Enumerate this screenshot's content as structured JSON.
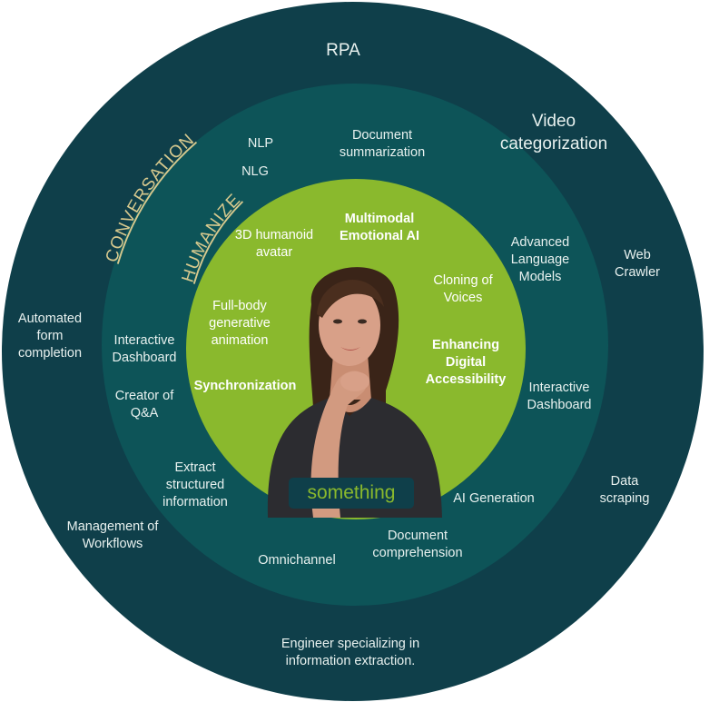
{
  "rings": {
    "outer": {
      "color": "#0f3f4a",
      "labels": [
        "RPA",
        "Video categorization",
        "Web Crawler",
        "Automated form completion",
        "Data scraping",
        "Management of Workflows",
        "Engineer specializing in information extraction."
      ]
    },
    "middle": {
      "color": "#0d5458",
      "title": "CONVERSATION",
      "labels": [
        "NLP",
        "NLG",
        "Document summarization",
        "Advanced Language Models",
        "Interactive Dashboard",
        "Creator of Q&A",
        "Interactive Dashboard",
        "Extract structured information",
        "AI Generation",
        "Omnichannel",
        "Document comprehension"
      ]
    },
    "inner": {
      "color": "#8ab92d",
      "title": "HUMANIZE",
      "labels": [
        "3D humanoid avatar",
        "Multimodal Emotional AI",
        "Cloning of Voices",
        "Full-body generative animation",
        "Enhancing Digital Accessibility",
        "Synchronization"
      ]
    }
  },
  "center": {
    "caption": "something"
  }
}
